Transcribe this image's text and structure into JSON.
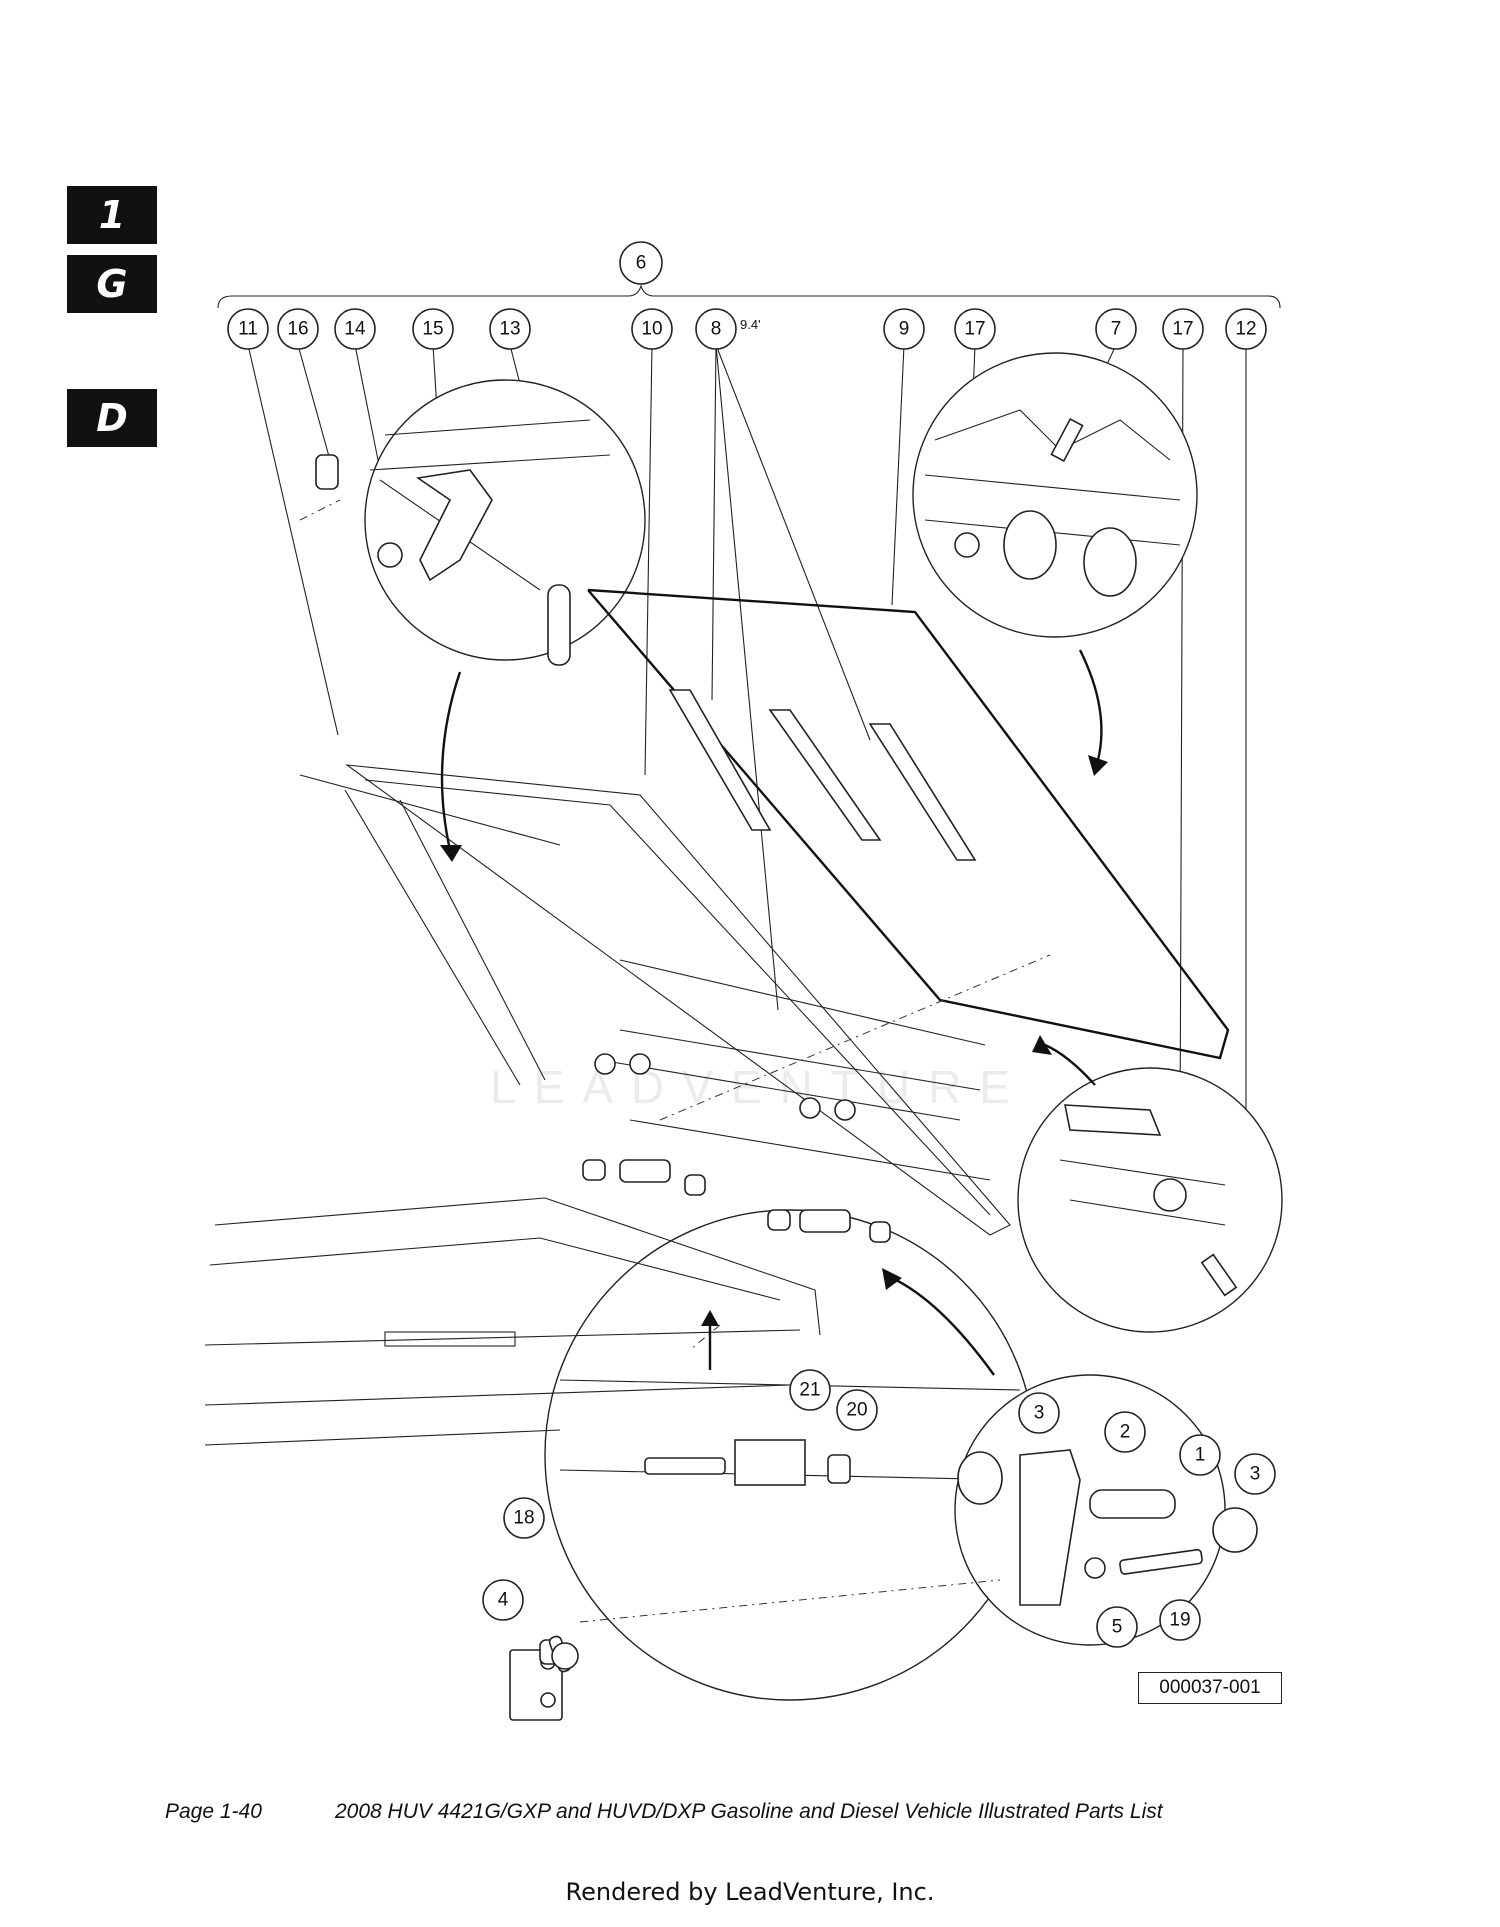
{
  "section_tabs": [
    "1",
    "G",
    "D"
  ],
  "watermark": "LEADVENTURE",
  "group_callout": "6",
  "callouts": [
    "11",
    "16",
    "14",
    "15",
    "13",
    "10",
    "8",
    "9",
    "17",
    "7",
    "17",
    "12",
    "3",
    "2",
    "1",
    "3",
    "21",
    "20",
    "18",
    "4",
    "5",
    "19"
  ],
  "torque_note": "9.4'",
  "figure_id": "000037-001",
  "footer": {
    "page": "Page 1-40",
    "title": "2008 HUV 4421G/GXP and HUVD/DXP Gasoline and Diesel Vehicle Illustrated Parts List"
  },
  "rendered_by": "Rendered by LeadVenture, Inc."
}
